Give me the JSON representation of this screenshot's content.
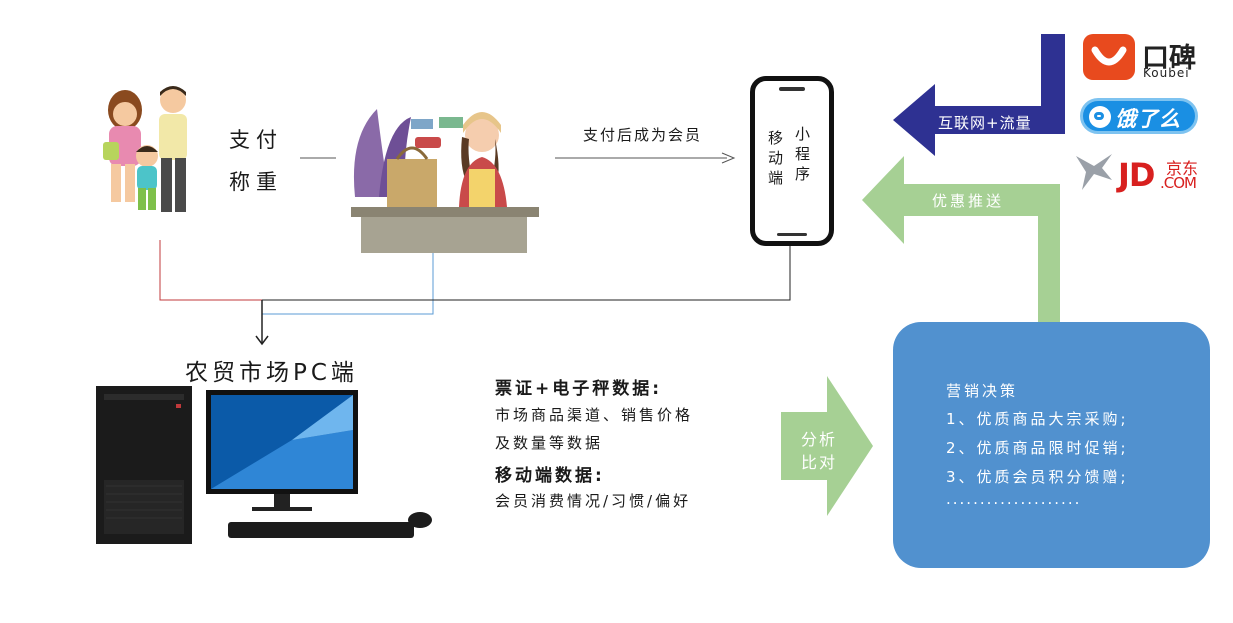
{
  "customer": {
    "label_pay": "支付",
    "label_weigh": "称重"
  },
  "flow": {
    "after_pay": "支付后成为会员"
  },
  "phone": {
    "col1": "移动端",
    "col2": "小程序"
  },
  "pc": {
    "title": "农贸市场PC端"
  },
  "data_info": {
    "heading1": "票证+电子秤数据:",
    "line1": "市场商品渠道、销售价格",
    "line2": "及数量等数据",
    "heading2": "移动端数据:",
    "line3": "会员消费情况/习惯/偏好"
  },
  "arrows": {
    "internet": "互联网+流量",
    "promo": "优惠推送",
    "analysis_1": "分析",
    "analysis_2": "比对"
  },
  "platforms": {
    "koubei_cn": "口碑",
    "koubei_en": "Koubei",
    "eleme": "饿了么",
    "jd_main": "JD",
    "jd_cn": "京东",
    "jd_com": ".COM"
  },
  "decision": {
    "title": "营销决策",
    "items": [
      "1、优质商品大宗采购;",
      "2、优质商品限时促销;",
      "3、优质会员积分馈赠;"
    ],
    "ellipsis": "...................."
  },
  "colors": {
    "blue_box": "#5191cf",
    "navy_arrow": "#2e3192",
    "green_arrow": "#a6d094",
    "red_line": "#c0393b",
    "blue_line": "#5b9bd5",
    "koubei_red": "#e84a1e",
    "eleme_blue": "#1a8fe3",
    "jd_red": "#d8201f"
  }
}
